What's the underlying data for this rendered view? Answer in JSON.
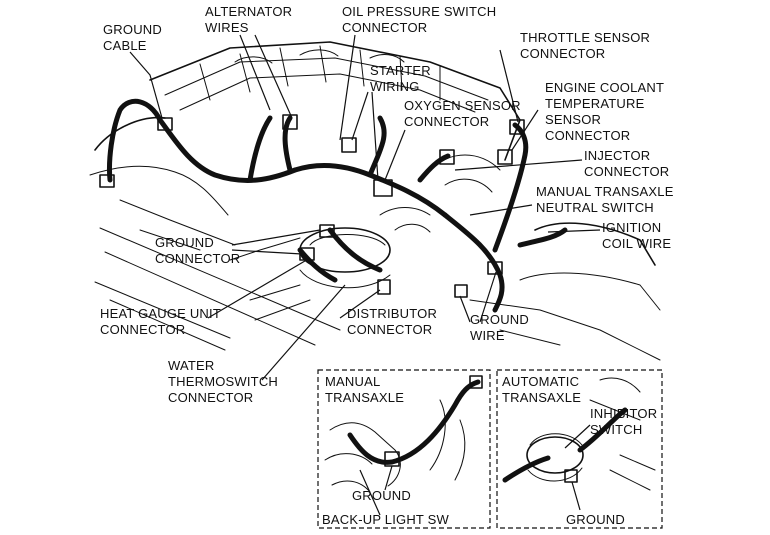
{
  "labels": {
    "ground_cable": [
      "GROUND",
      "CABLE"
    ],
    "alternator_wires": [
      "ALTERNATOR",
      "WIRES"
    ],
    "oil_pressure_switch": [
      "OIL PRESSURE SWITCH",
      "CONNECTOR"
    ],
    "throttle_sensor": [
      "THROTTLE SENSOR",
      "CONNECTOR"
    ],
    "starter_wiring": [
      "STARTER",
      "WIRING"
    ],
    "oxygen_sensor": [
      "OXYGEN SENSOR",
      "CONNECTOR"
    ],
    "engine_coolant": [
      "ENGINE COOLANT",
      "TEMPERATURE",
      "SENSOR",
      "CONNECTOR"
    ],
    "injector": [
      "INJECTOR",
      "CONNECTOR"
    ],
    "manual_transaxle_neutral": [
      "MANUAL TRANSAXLE",
      "NEUTRAL SWITCH"
    ],
    "ignition_coil": [
      "IGNITION",
      "COIL WIRE"
    ],
    "ground_connector": [
      "GROUND",
      "CONNECTOR"
    ],
    "heat_gauge": [
      "HEAT GAUGE UNIT",
      "CONNECTOR"
    ],
    "distributor": [
      "DISTRIBUTOR",
      "CONNECTOR"
    ],
    "ground_wire": [
      "GROUND",
      "WIRE"
    ],
    "water_thermoswitch": [
      "WATER",
      "THERMOSWITCH",
      "CONNECTOR"
    ]
  },
  "inset_manual": {
    "title": [
      "MANUAL",
      "TRANSAXLE"
    ],
    "ground": "GROUND",
    "backup": "BACK-UP LIGHT SW"
  },
  "inset_automatic": {
    "title": [
      "AUTOMATIC",
      "TRANSAXLE"
    ],
    "inhibitor": [
      "INHIBITOR",
      "SWITCH"
    ],
    "ground": "GROUND"
  }
}
